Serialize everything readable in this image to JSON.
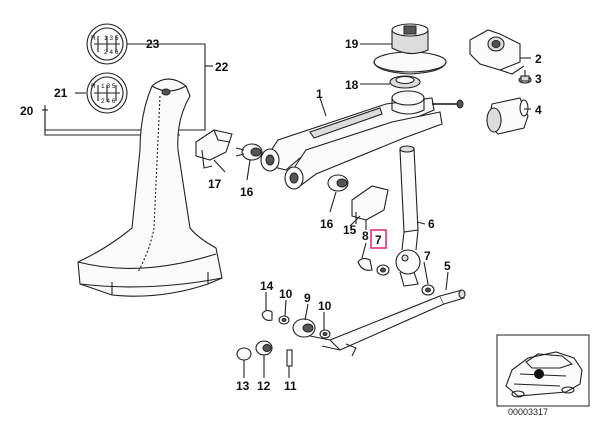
{
  "labels": {
    "p1": "1",
    "p2": "2",
    "p3": "3",
    "p4": "4",
    "p5": "5",
    "p6": "6",
    "p7": "7",
    "p7b": "7",
    "p8": "8",
    "p9": "9",
    "p10a": "10",
    "p10b": "10",
    "p11": "11",
    "p12": "12",
    "p13": "13",
    "p14": "14",
    "p15": "15",
    "p16a": "16",
    "p16b": "16",
    "p17": "17",
    "p18": "18",
    "p19": "19",
    "p20": "20",
    "p21": "21",
    "p22": "22",
    "p23": "23"
  },
  "knob_top": {
    "row1": "1 3 5",
    "row2": "2 4 6",
    "reverse": "R"
  },
  "knob_bottom": {
    "row1": "1 3 5",
    "row2": "2 4 6",
    "reverse": "R"
  },
  "highlighted_part": "7",
  "reference_code": "00003317"
}
